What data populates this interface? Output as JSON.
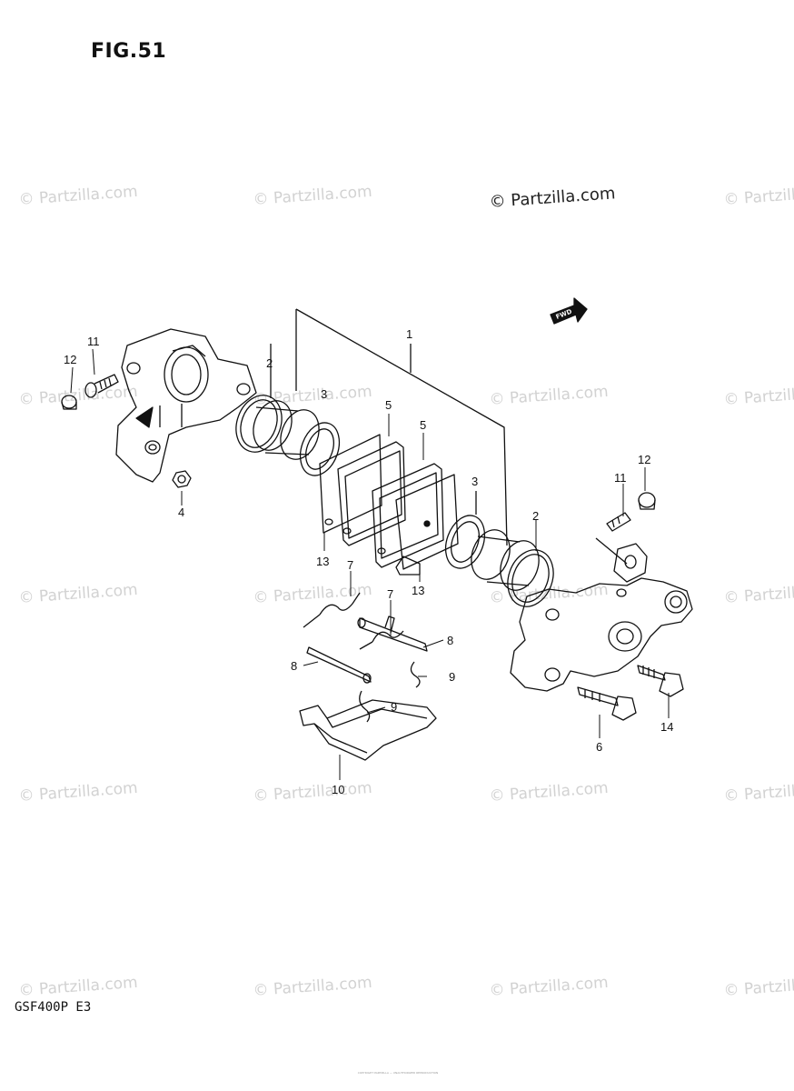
{
  "figure_title": "FIG.51",
  "model_code": "GSF400P E3",
  "copyright_main": "© Partzilla.com",
  "watermark_text": "© Partzilla.com",
  "fwd_label": "FWD",
  "footer_note": "COPYRIGHT PARTZILLA — UNAUTHORIZED REPRODUCTION",
  "callouts": {
    "c1": "1",
    "c2a": "2",
    "c2b": "2",
    "c3a": "3",
    "c3b": "3",
    "c4": "4",
    "c5a": "5",
    "c5b": "5",
    "c6": "6",
    "c7a": "7",
    "c7b": "7",
    "c8a": "8",
    "c8b": "8",
    "c9a": "9",
    "c9b": "9",
    "c10": "10",
    "c11a": "11",
    "c11b": "11",
    "c12a": "12",
    "c12b": "12",
    "c13a": "13",
    "c13b": "13",
    "c14": "14"
  },
  "colors": {
    "ink": "#111111",
    "watermark": "#d2d2d2"
  }
}
